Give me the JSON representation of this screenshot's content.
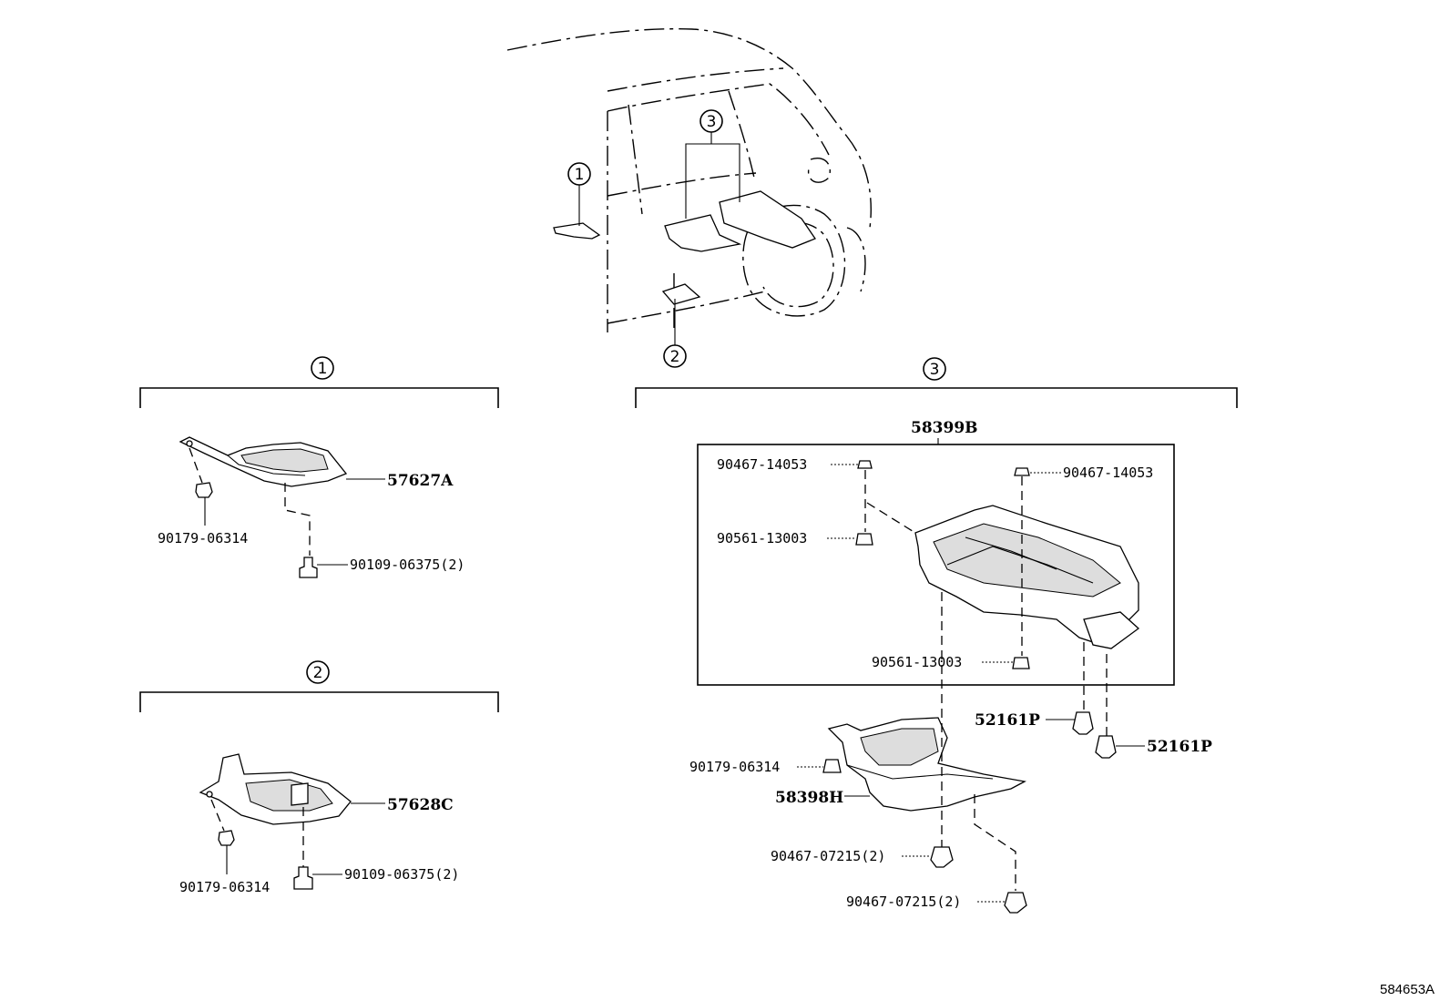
{
  "callouts": {
    "one": "1",
    "two": "2",
    "three": "3"
  },
  "section1": {
    "part_main": "57627A",
    "clip": "90179-06314",
    "bolt": "90109-06375(2)"
  },
  "section2": {
    "part_main": "57628C",
    "clip": "90179-06314",
    "bolt": "90109-06375(2)"
  },
  "section3": {
    "assembly": "58399B",
    "clip_left_top": "90467-14053",
    "clip_right_top": "90467-14053",
    "nut_left": "90561-13003",
    "nut_bottom": "90561-13003",
    "retainer_1": "52161P",
    "retainer_2": "52161P",
    "clip_mid": "90179-06314",
    "part_lower": "58398H",
    "clip_lower_1": "90467-07215(2)",
    "clip_lower_2": "90467-07215(2)"
  },
  "diagram_ref": "584653A"
}
